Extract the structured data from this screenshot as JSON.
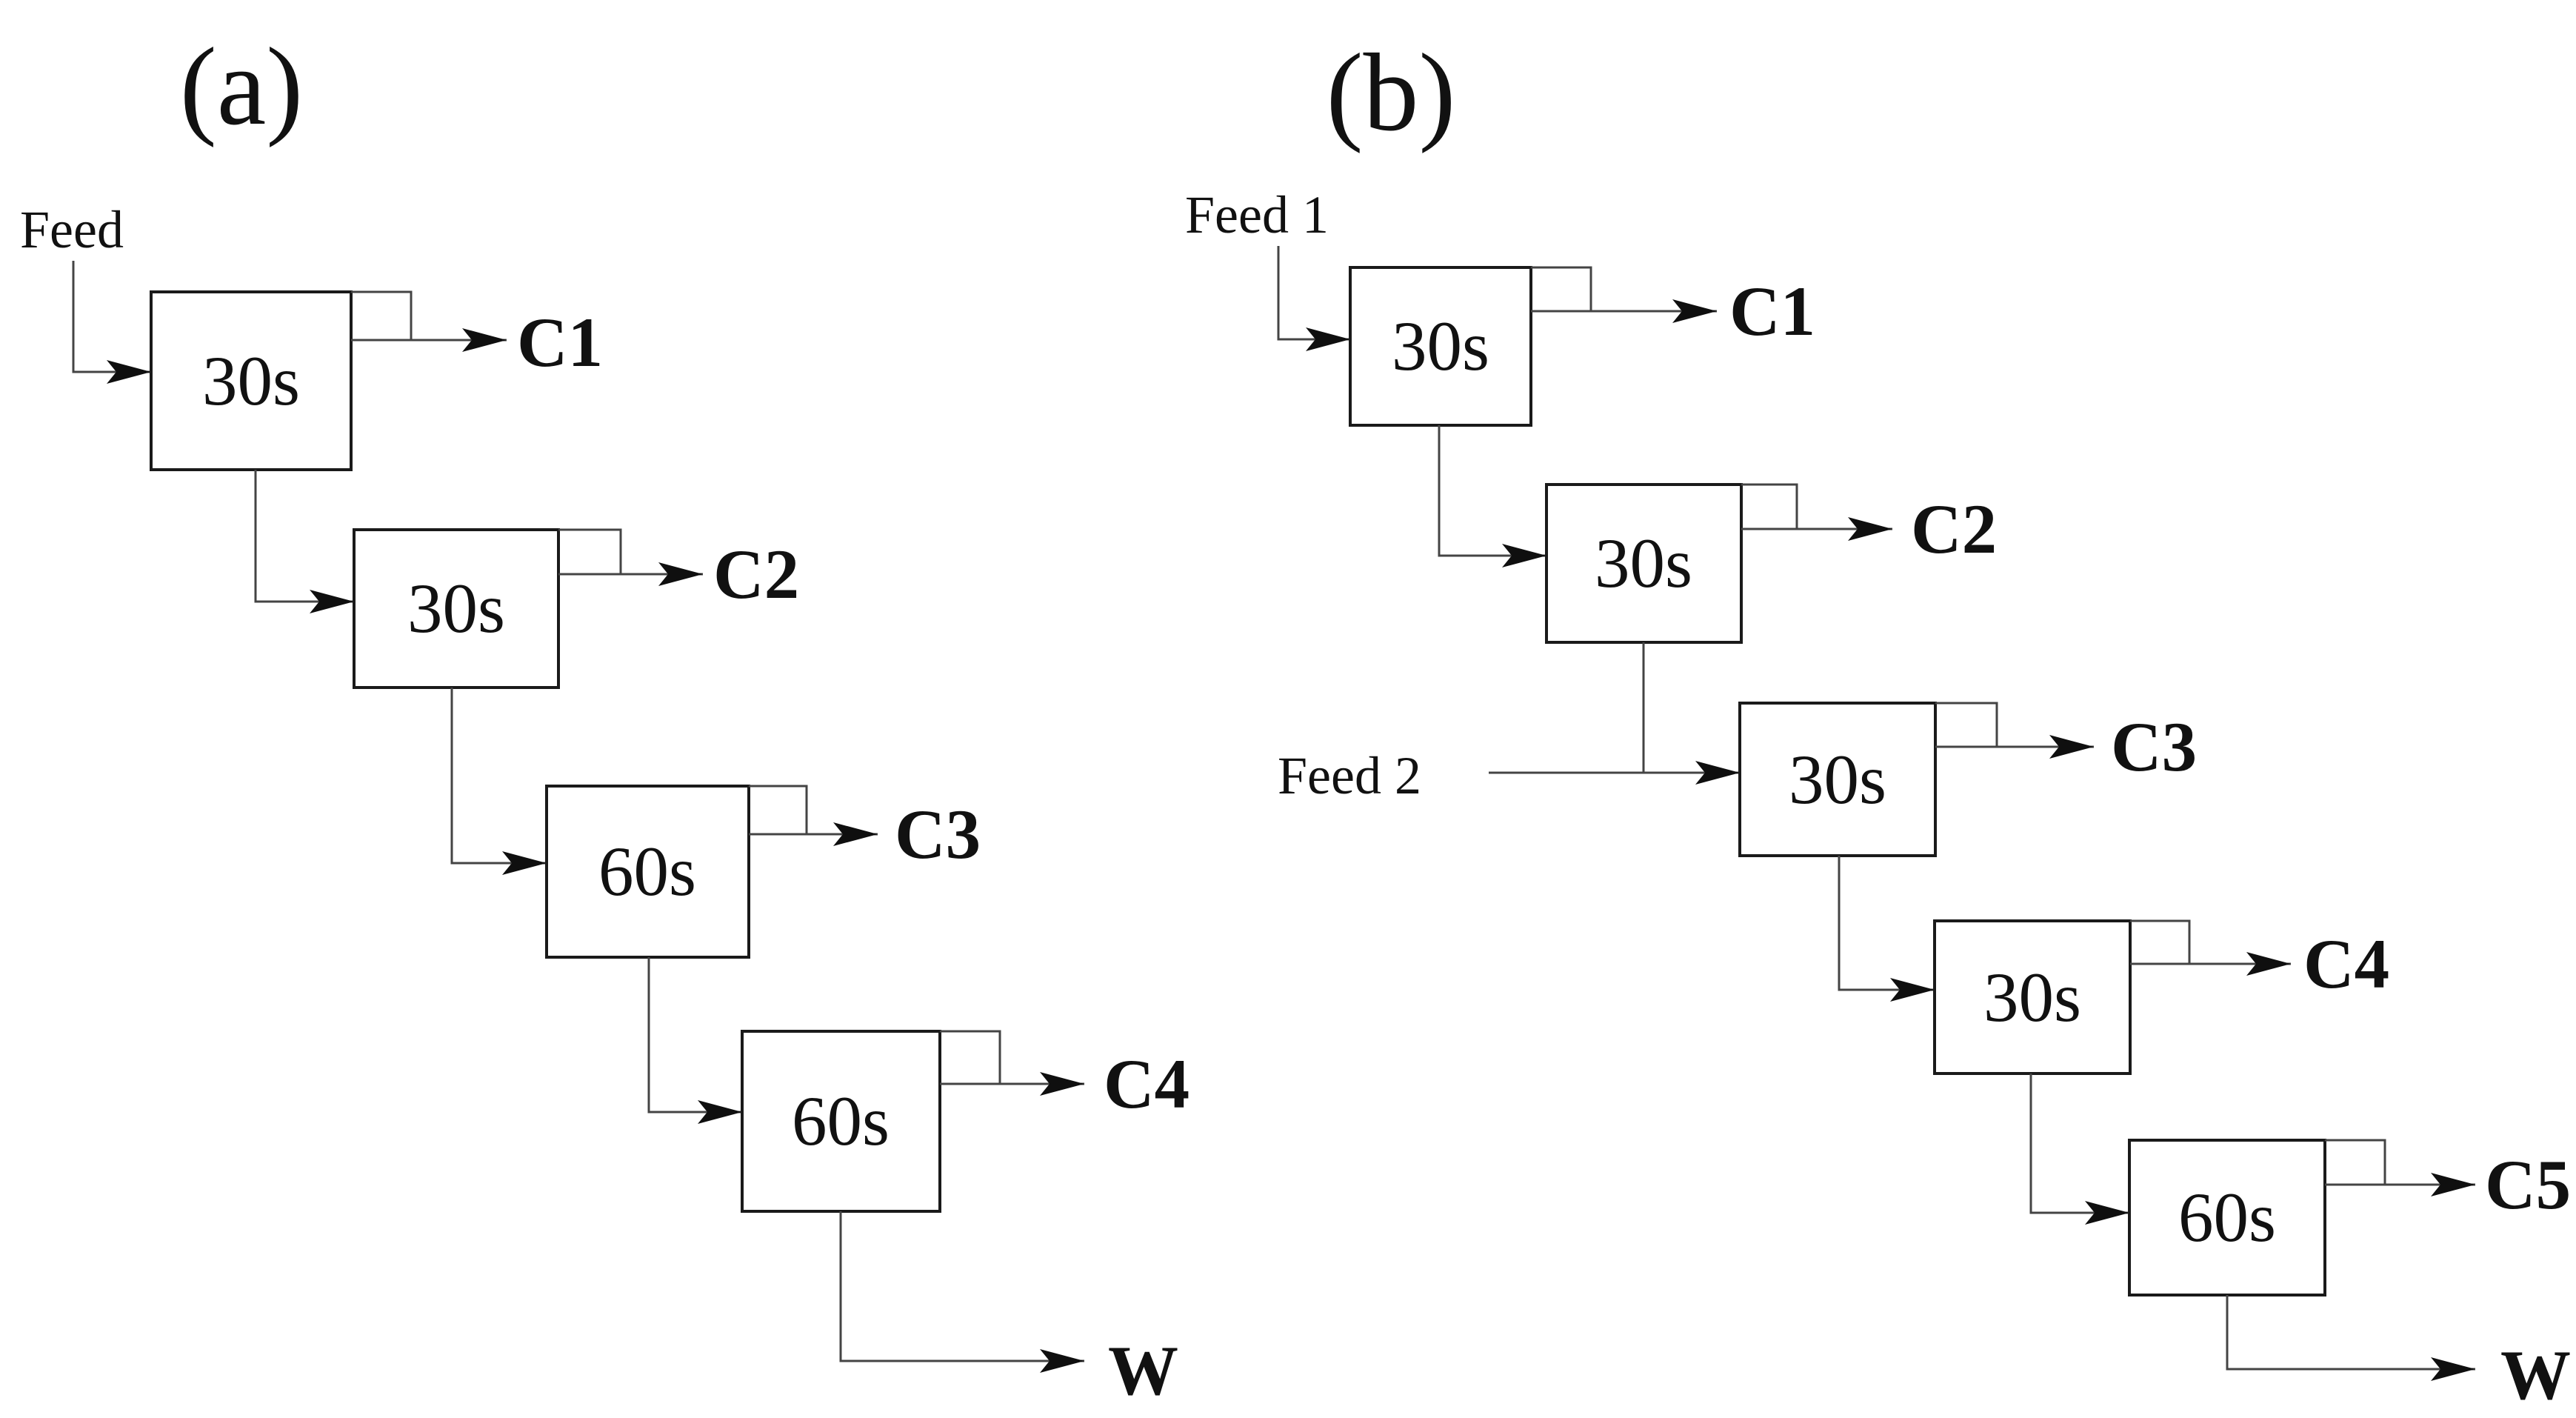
{
  "figure_type": "process-flow-diagram",
  "colors": {
    "background": "#ffffff",
    "box_border": "#1a1a1a",
    "line": "#444444",
    "arrow": "#0f0f0f",
    "text": "#111111"
  },
  "panel_a": {
    "label": "(a)",
    "feed": {
      "label": "Feed"
    },
    "stages": [
      {
        "time": "30s",
        "output": "C1"
      },
      {
        "time": "30s",
        "output": "C2"
      },
      {
        "time": "60s",
        "output": "C3"
      },
      {
        "time": "60s",
        "output": "C4"
      }
    ],
    "waste_label": "W"
  },
  "panel_b": {
    "label": "(b)",
    "feed_1": {
      "label": "Feed 1"
    },
    "feed_2": {
      "label": "Feed 2"
    },
    "stages": [
      {
        "time": "30s",
        "output": "C1"
      },
      {
        "time": "30s",
        "output": "C2"
      },
      {
        "time": "30s",
        "output": "C3"
      },
      {
        "time": "30s",
        "output": "C4"
      },
      {
        "time": "60s",
        "output": "C5"
      }
    ],
    "waste_label": "W"
  }
}
